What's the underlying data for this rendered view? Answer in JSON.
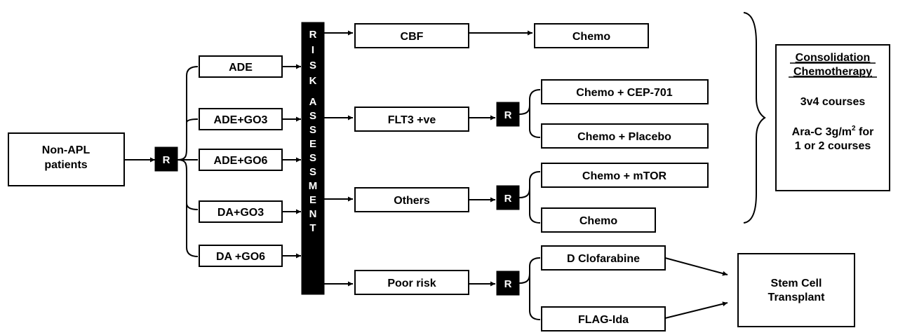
{
  "nodes": {
    "non_apl": [
      "Non-APL",
      "patients"
    ],
    "randomizer_label": "R",
    "ade": "ADE",
    "ade_go3": "ADE+GO3",
    "ade_go6": "ADE+GO6",
    "da_go3": "DA+GO3",
    "da_go6": "DA +GO6",
    "risk_assessment": "RISK ASSESSMENT",
    "cbf": "CBF",
    "flt3": "FLT3 +ve",
    "others": "Others",
    "poor_risk": "Poor risk",
    "chemo_top": "Chemo",
    "chemo_cep": "Chemo + CEP-701",
    "chemo_placebo": "Chemo + Placebo",
    "chemo_mtor": "Chemo + mTOR",
    "chemo_bottom": "Chemo",
    "d_clofarabine": "D Clofarabine",
    "flag_ida": "FLAG-Ida",
    "stem_cell": [
      "Stem Cell",
      "Transplant"
    ]
  },
  "consolidation": {
    "title": [
      "Consolidation",
      "Chemotherapy"
    ],
    "courses": "3v4 courses",
    "arac_line1": "Ara-C 3g/m",
    "arac_sup": "2",
    "arac_line1_end": " for",
    "arac_line2": "1 or 2 courses"
  }
}
